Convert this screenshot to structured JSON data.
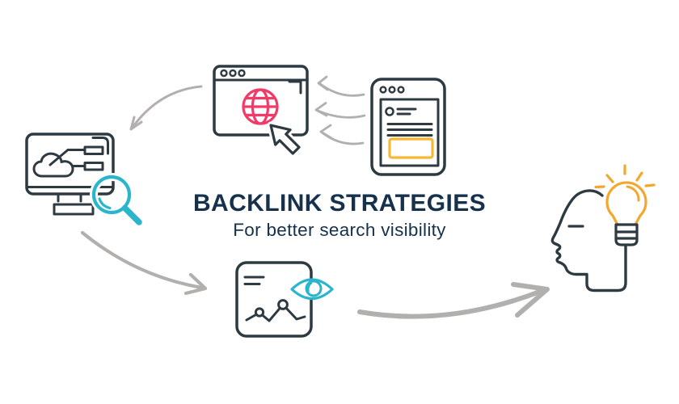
{
  "title": "BACKLINK STRATEGIES",
  "subtitle": "For better search visibility",
  "colors": {
    "outline": "#2e3a42",
    "text": "#15314b",
    "pink": "#f23a68",
    "teal": "#2ab5cd",
    "yellow": "#f3a72e",
    "yellow_soft": "#f7b733",
    "arrow": "#b2b0ae",
    "background": "#ffffff"
  },
  "icons": [
    {
      "id": "browser-globe-cursor",
      "label": "browser window with globe and click cursor"
    },
    {
      "id": "content-page",
      "label": "web page with text lines and highlighted block"
    },
    {
      "id": "monitor-cloud-search",
      "label": "monitor with cloud link map and magnifying glass"
    },
    {
      "id": "analytics-eye",
      "label": "chart panel with watching eye"
    },
    {
      "id": "idea-head",
      "label": "head profile with glowing lightbulb"
    }
  ]
}
